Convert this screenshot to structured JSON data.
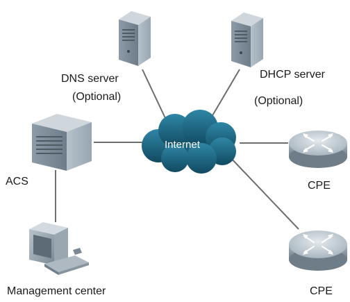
{
  "cloud": {
    "label": "Internet"
  },
  "nodes": {
    "dns": {
      "label": "DNS server",
      "sublabel": "(Optional)"
    },
    "dhcp": {
      "label": "DHCP server",
      "sublabel": "(Optional)"
    },
    "acs": {
      "label": "ACS"
    },
    "management": {
      "label": "Management center"
    },
    "cpe_top": {
      "label": "CPE"
    },
    "cpe_bottom": {
      "label": "CPE"
    }
  },
  "colors": {
    "line": "#6d6d6d",
    "cloud": "#1f6f8b",
    "device": "#8a9aa6"
  }
}
